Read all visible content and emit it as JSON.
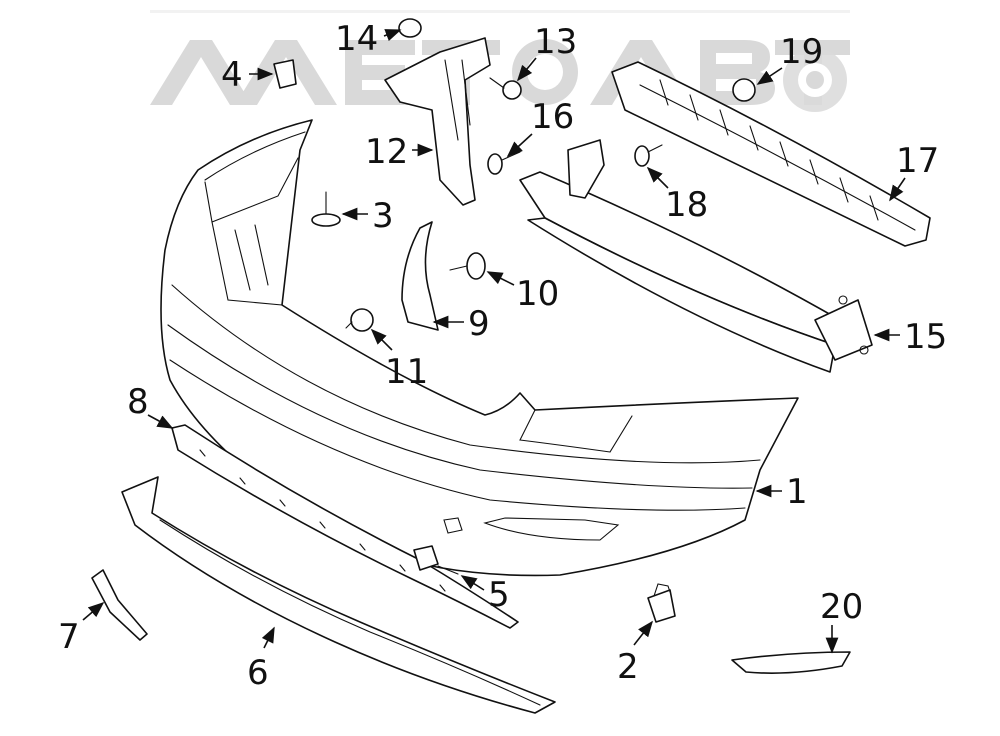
{
  "watermark": {
    "text": "AAEТОАВТО",
    "color": "#d9d9d9"
  },
  "diagram": {
    "line_color": "#111111",
    "background": "#ffffff"
  },
  "callouts": [
    {
      "id": "c1",
      "label": "1"
    },
    {
      "id": "c2",
      "label": "2"
    },
    {
      "id": "c3",
      "label": "3"
    },
    {
      "id": "c4",
      "label": "4"
    },
    {
      "id": "c5",
      "label": "5"
    },
    {
      "id": "c6",
      "label": "6"
    },
    {
      "id": "c7",
      "label": "7"
    },
    {
      "id": "c8",
      "label": "8"
    },
    {
      "id": "c9",
      "label": "9"
    },
    {
      "id": "c10",
      "label": "10"
    },
    {
      "id": "c11",
      "label": "11"
    },
    {
      "id": "c12",
      "label": "12"
    },
    {
      "id": "c13",
      "label": "13"
    },
    {
      "id": "c14",
      "label": "14"
    },
    {
      "id": "c15",
      "label": "15"
    },
    {
      "id": "c16",
      "label": "16"
    },
    {
      "id": "c17",
      "label": "17"
    },
    {
      "id": "c18",
      "label": "18"
    },
    {
      "id": "c19",
      "label": "19"
    },
    {
      "id": "c20",
      "label": "20"
    }
  ]
}
